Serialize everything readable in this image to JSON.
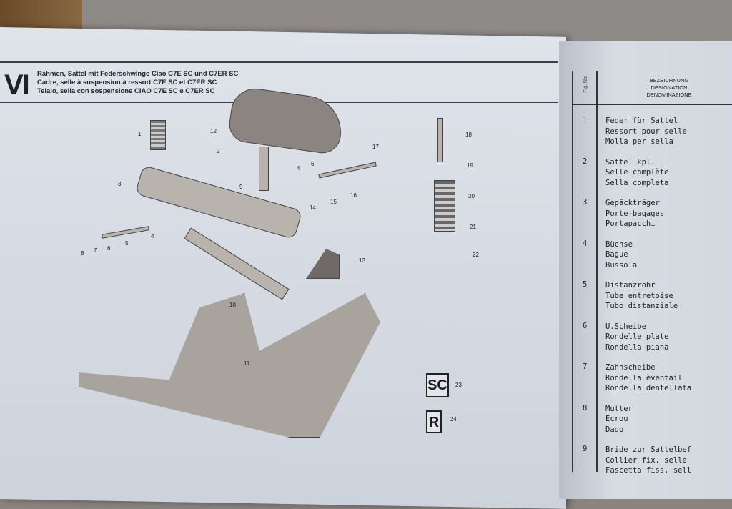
{
  "left_page": {
    "chapter": "VI",
    "titles": [
      "Rahmen, Sattel mit Federschwinge Ciao C7E SC und C7ER SC",
      "Cadre, selle à suspension à ressort C7E SC et C7ER SC",
      "Telaio, sella con sospensione CIAO C7E SC e C7ER SC"
    ],
    "callouts": [
      "1",
      "12",
      "2",
      "3",
      "4",
      "6",
      "17",
      "9",
      "14",
      "15",
      "16",
      "8",
      "7",
      "6",
      "5",
      "4",
      "13",
      "10",
      "11",
      "18",
      "19",
      "20",
      "21",
      "22",
      "23",
      "24"
    ],
    "badges": {
      "sc": "SC",
      "r": "R"
    }
  },
  "right_page": {
    "header": {
      "fig_no": "Fig. No.",
      "designation": [
        "BEZEICHNUNG",
        "DESIGNATION",
        "DENOMINAZIONE"
      ]
    },
    "rows": [
      {
        "n": "1",
        "lines": [
          "Feder für Sattel",
          "Ressort pour selle",
          "Molla per sella"
        ]
      },
      {
        "n": "2",
        "lines": [
          "Sattel kpl.",
          "Selle complète",
          "Sella completa"
        ]
      },
      {
        "n": "3",
        "lines": [
          "Gepäckträger",
          "Porte-bagages",
          "Portapacchi"
        ]
      },
      {
        "n": "4",
        "lines": [
          "Büchse",
          "Bague",
          "Bussola"
        ]
      },
      {
        "n": "5",
        "lines": [
          "Distanzrohr",
          "Tube entretoise",
          "Tubo distanziale"
        ]
      },
      {
        "n": "6",
        "lines": [
          "U.Scheibe",
          "Rondelle plate",
          "Rondella piana"
        ]
      },
      {
        "n": "7",
        "lines": [
          "Zahnscheibe",
          "Rondella èventail",
          "Rondella dentellata"
        ]
      },
      {
        "n": "8",
        "lines": [
          "Mutter",
          "Ecrou",
          "Dado"
        ]
      },
      {
        "n": "9",
        "lines": [
          "Bride zur Sattelbef",
          "Collier fix. selle",
          "Fascetta fiss. sell"
        ]
      }
    ]
  }
}
